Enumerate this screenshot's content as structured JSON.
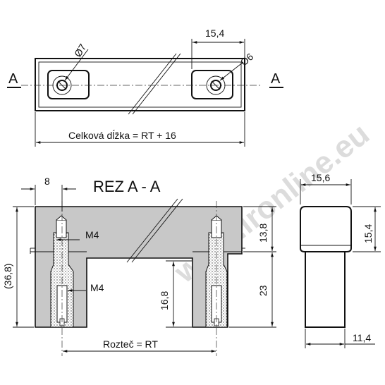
{
  "top_view": {
    "section_letter_left": "A",
    "section_letter_right": "A",
    "dim_width_right": "15,4",
    "dim_hole_left": "Ø7",
    "dim_hole_right": "Ø6",
    "total_length_label": "Celková dĺžka = RT + 16"
  },
  "section_view": {
    "title": "REZ  A - A",
    "dim_top_left": "8",
    "dim_total_height": "(36,8)",
    "dim_top_height": "13,8",
    "dim_bottom_height": "23",
    "dim_inner_height": "16,8",
    "thread_upper": "M4",
    "thread_lower": "M4",
    "pitch_label": "Rozteč = RT"
  },
  "side_view": {
    "dim_top_width": "15,6",
    "dim_top_height": "15,4",
    "dim_bottom_width": "11,4"
  },
  "watermark": "www.ironline.eu",
  "colors": {
    "line": "#111111",
    "section_fill": "#c8c8c8",
    "watermark": "#dcdcdc"
  }
}
